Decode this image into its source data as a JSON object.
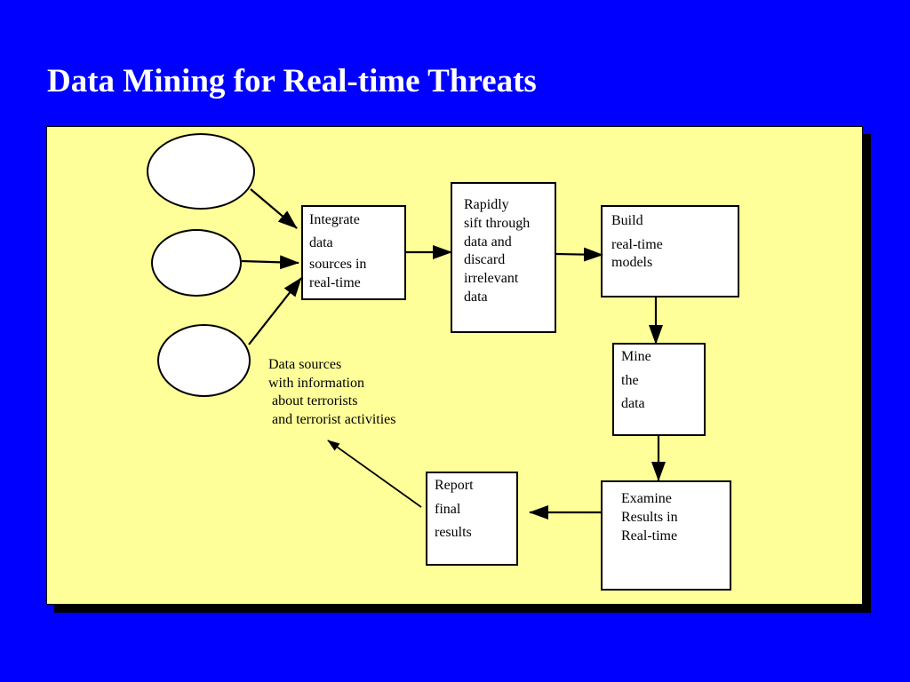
{
  "title": "Data Mining for Real-time Threats",
  "colors": {
    "background": "#0000ff",
    "panel": "#ffff99",
    "panel_shadow": "#000000",
    "box_fill": "#ffffff",
    "line": "#000000"
  },
  "nodes": {
    "integrate": {
      "lines": [
        "Integrate",
        "data",
        "sources in",
        "real-time"
      ]
    },
    "sift": {
      "lines": [
        "Rapidly",
        "sift through",
        "data and",
        "discard",
        "irrelevant",
        "data"
      ]
    },
    "build": {
      "lines": [
        "Build",
        "real-time",
        "models"
      ]
    },
    "mine": {
      "lines": [
        "Mine",
        "the",
        "data"
      ]
    },
    "examine": {
      "lines": [
        "Examine",
        "Results in",
        "Real-time"
      ]
    },
    "report": {
      "lines": [
        "Report",
        "final",
        "results"
      ]
    }
  },
  "data_sources_caption": [
    "Data sources",
    "with information",
    " about terrorists",
    " and terrorist activities"
  ]
}
